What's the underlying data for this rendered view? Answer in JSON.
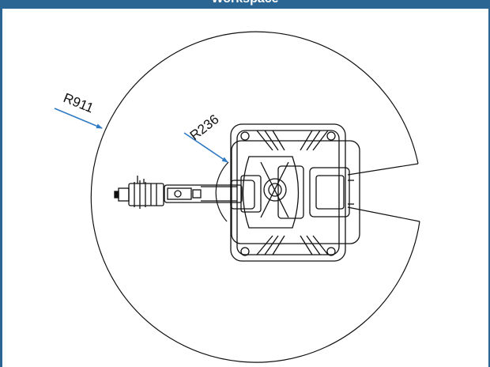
{
  "header": {
    "title": "Workspace",
    "background_color": "#2b6593",
    "text_color": "#ffffff"
  },
  "diagram": {
    "outer_radius_label": "R911",
    "inner_radius_label": "R236",
    "arrow_color": "#2f7bc4",
    "line_color": "#111111"
  }
}
